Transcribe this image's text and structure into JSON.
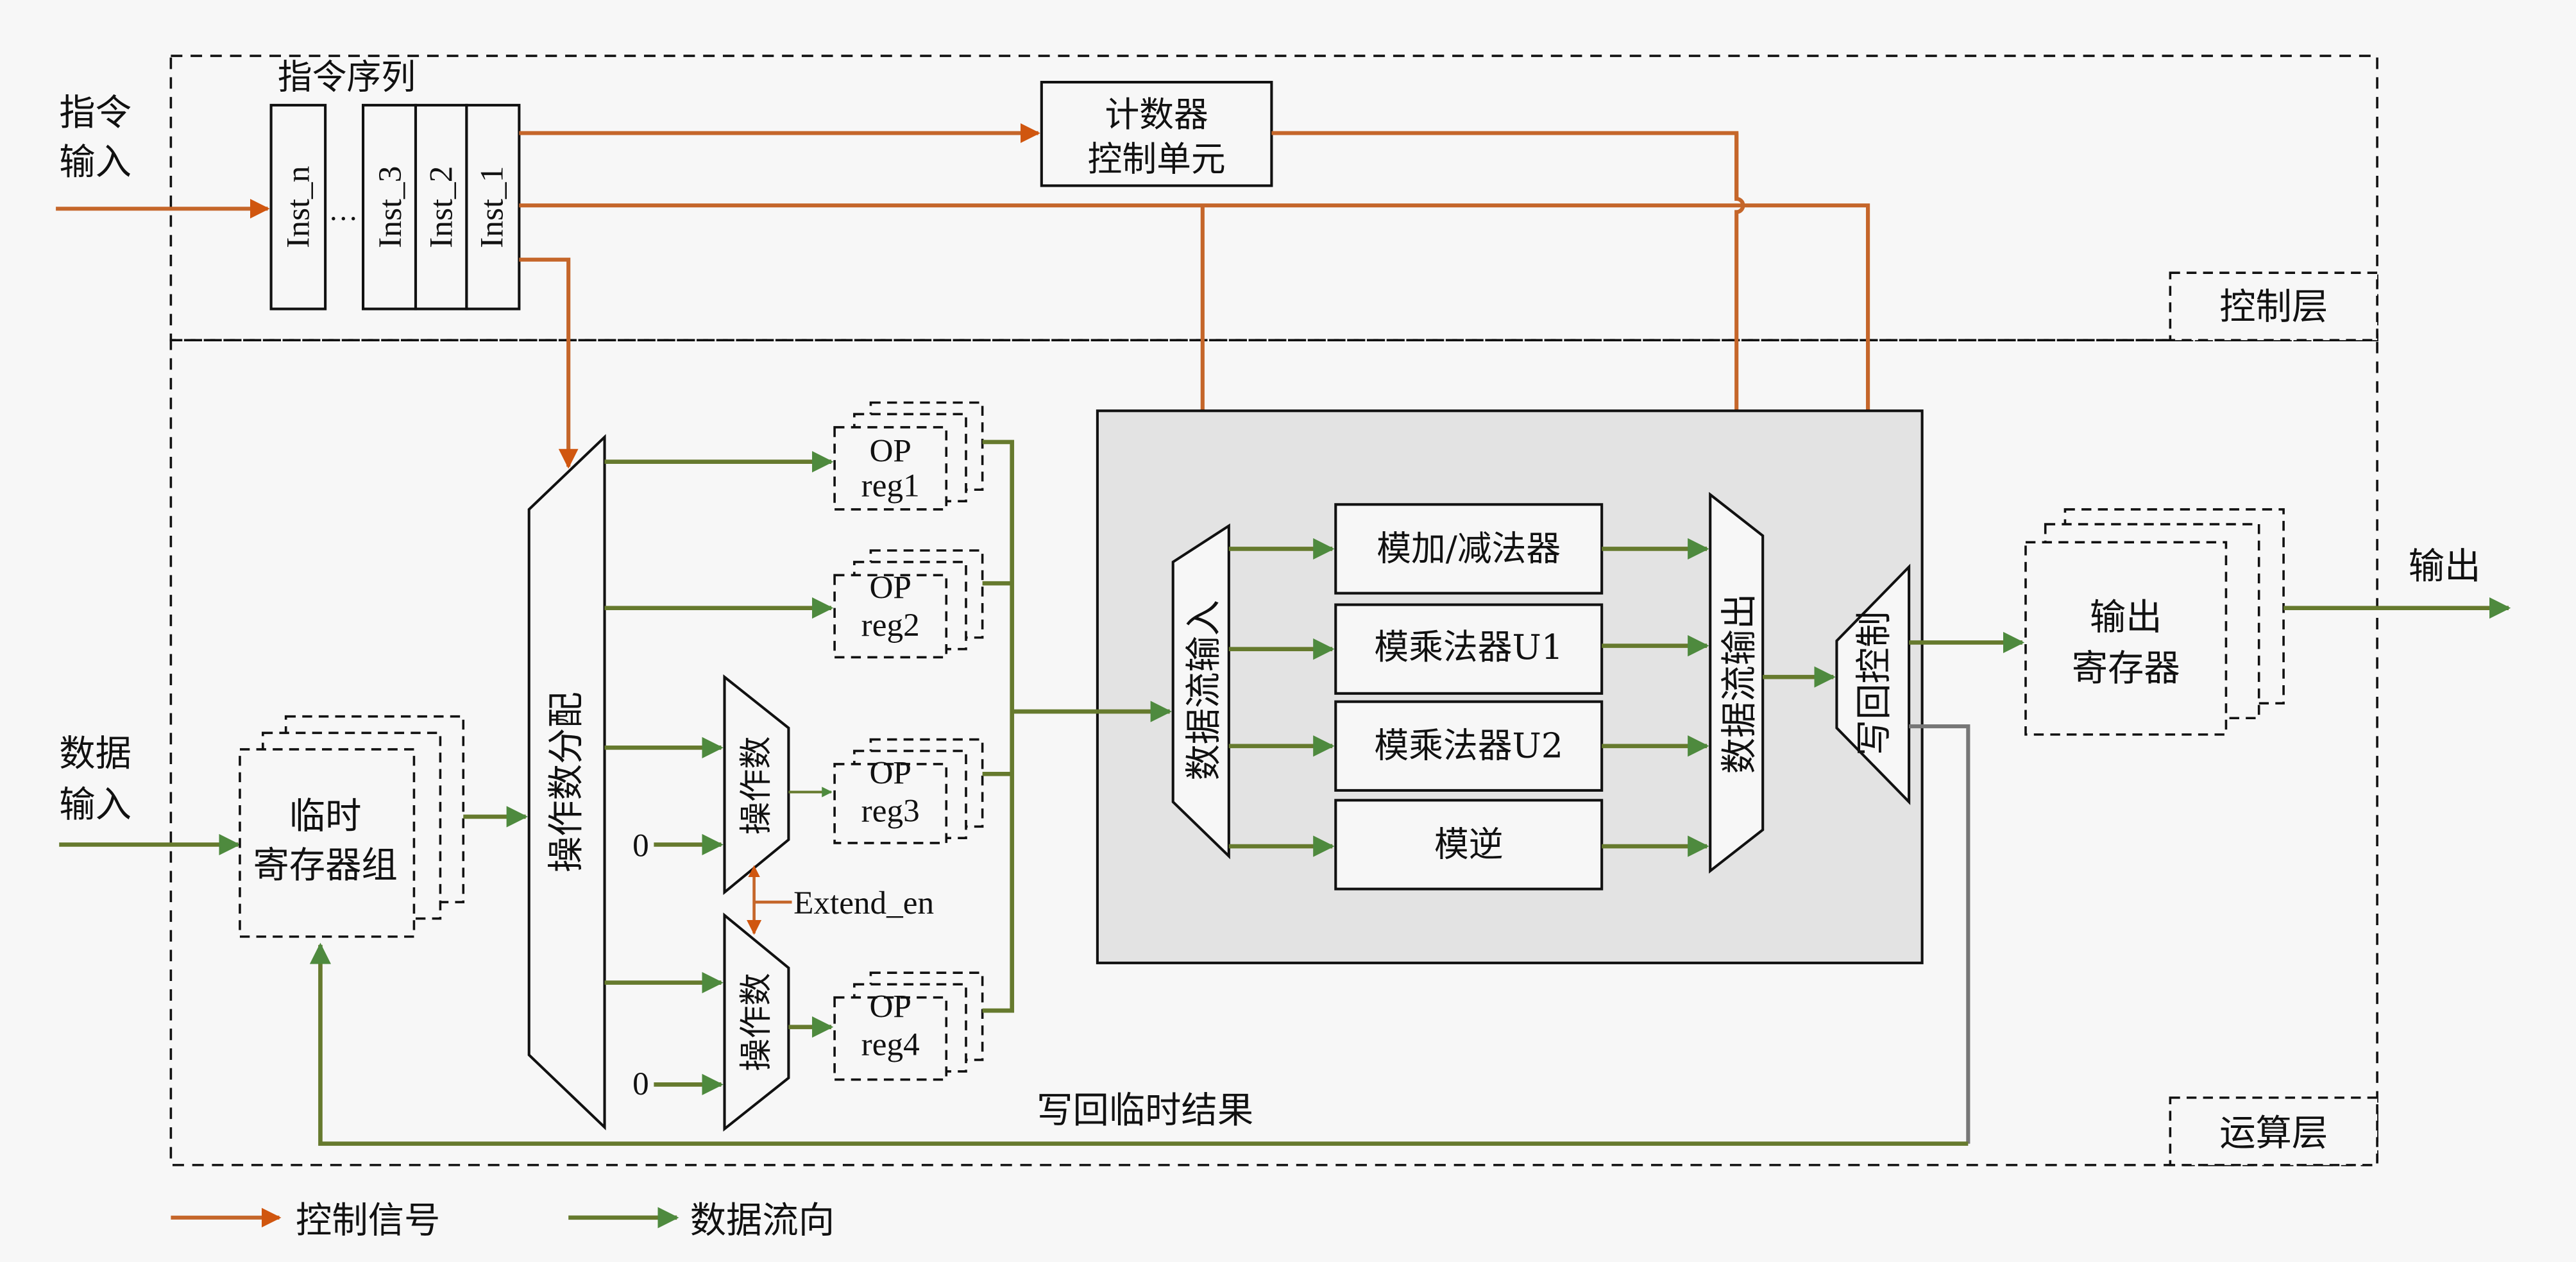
{
  "colors": {
    "control": "#c5662a",
    "control_head": "#d0560f",
    "data": "#667a2e",
    "data_head": "#4e8a3e",
    "compute_area": "#e3e3e3",
    "writeback": "#777777"
  },
  "inputs": {
    "instruction_input": [
      "指令",
      "输入"
    ],
    "data_input": [
      "数据",
      "输入"
    ]
  },
  "control_layer": {
    "label": "控制层",
    "instruction_sequence": {
      "title": "指令序列",
      "items": [
        "Inst_n",
        "Inst_3",
        "Inst_2",
        "Inst_1"
      ],
      "ellipsis": "…"
    },
    "counter_unit": [
      "计数器",
      "控制单元"
    ]
  },
  "compute_layer": {
    "label": "运算层",
    "temp_registers": [
      "临时",
      "寄存器组"
    ],
    "operand_dispatch": "操作数分配",
    "operand_mux_upper": "操作数",
    "operand_mux_lower": "操作数",
    "zero_inputs": [
      "0",
      "0"
    ],
    "extend_signal": "Extend_en",
    "op_registers": [
      {
        "line1": "OP",
        "line2": "reg1"
      },
      {
        "line1": "OP",
        "line2": "reg2"
      },
      {
        "line1": "OP",
        "line2": "reg3"
      },
      {
        "line1": "OP",
        "line2": "reg4"
      }
    ],
    "dataflow_in": "数据流输入",
    "units": [
      "模加/减法器",
      "模乘法器U1",
      "模乘法器U2",
      "模逆"
    ],
    "dataflow_out": "数据流输出",
    "writeback_control": "写回控制",
    "output_register": [
      "输出",
      "寄存器"
    ],
    "writeback_label": "写回临时结果"
  },
  "output_label": "输出",
  "legend": [
    {
      "label": "控制信号",
      "type": "control"
    },
    {
      "label": "数据流向",
      "type": "data"
    }
  ]
}
